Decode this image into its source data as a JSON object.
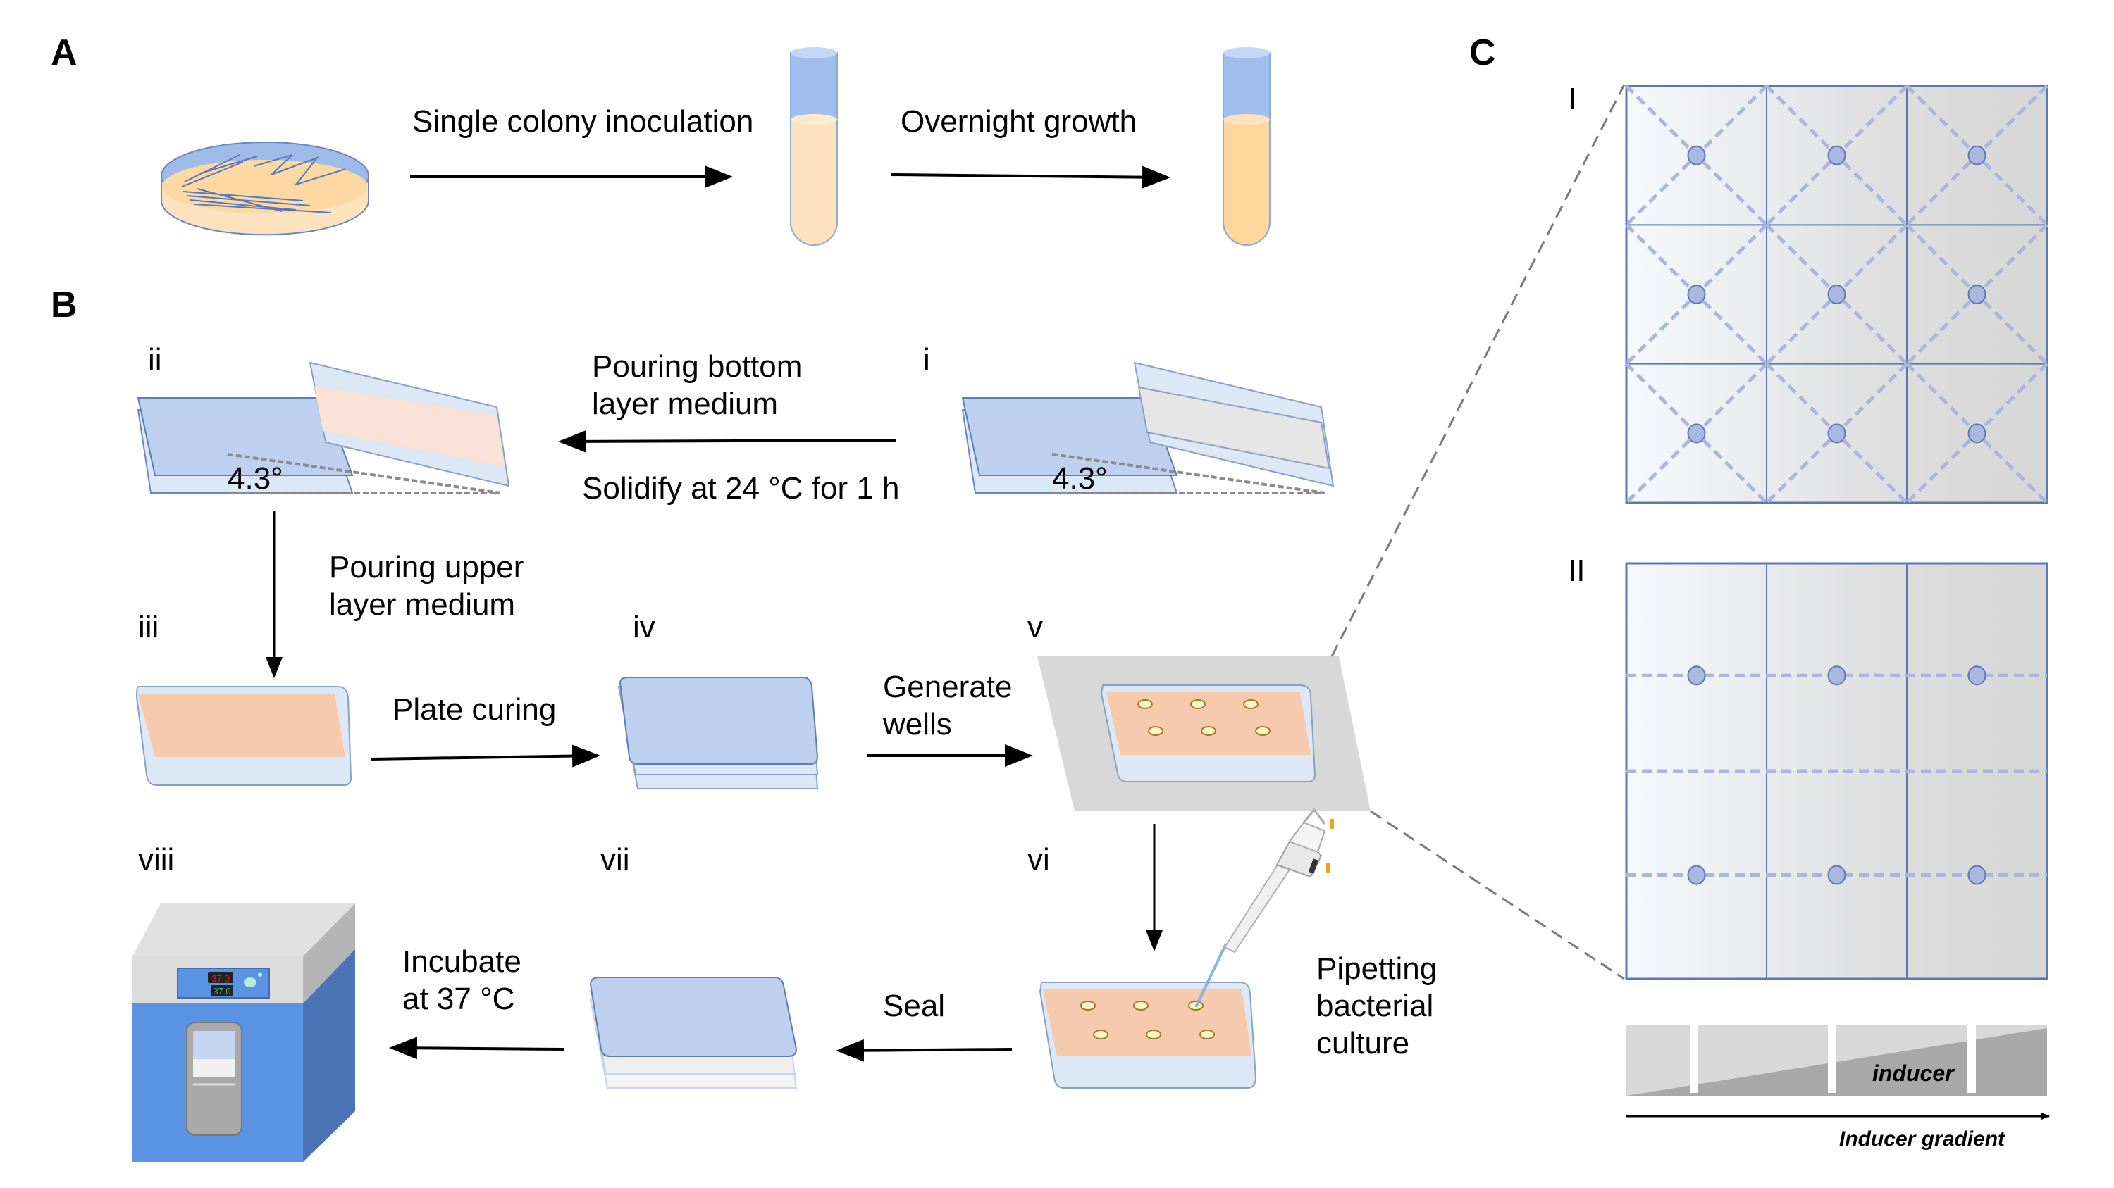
{
  "panels": {
    "a": "A",
    "b": "B",
    "c": "C"
  },
  "panel_a": {
    "arrow1_label": "Single colony inoculation",
    "arrow2_label": "Overnight growth"
  },
  "panel_b": {
    "steps": {
      "i": "i",
      "ii": "ii",
      "iii": "iii",
      "iv": "iv",
      "v": "v",
      "vi": "vi",
      "vii": "vii",
      "viii": "viii"
    },
    "angle_label": "4.3°",
    "pour_bottom_line1": "Pouring bottom",
    "pour_bottom_line2": "layer medium",
    "solidify": "Solidify at 24 °C for 1 h",
    "pour_upper_line1": "Pouring upper",
    "pour_upper_line2": "layer medium",
    "plate_curing": "Plate curing",
    "generate_line1": "Generate",
    "generate_line2": "wells",
    "pipetting_line1": "Pipetting",
    "pipetting_line2": "bacterial",
    "pipetting_line3": "culture",
    "seal": "Seal",
    "incubate_line1": "Incubate",
    "incubate_line2": "at 37 °C",
    "incubator_display_top": "37.0",
    "incubator_display_bottom": "37.0"
  },
  "panel_c": {
    "layout_I": "I",
    "layout_II": "II",
    "inducer_label": "inducer",
    "gradient_label": "Inducer gradient",
    "grid_rows": 3,
    "grid_cols": 3
  },
  "colors": {
    "plate_blue": "#bdd0f0",
    "plate_light": "#dde8f6",
    "medium_peach": "#f6cbad",
    "medium_light": "#fae3d6",
    "outline": "#5a7fb0",
    "dot_fill": "#aab8e0",
    "incubator_blue": "#5b93e3"
  }
}
